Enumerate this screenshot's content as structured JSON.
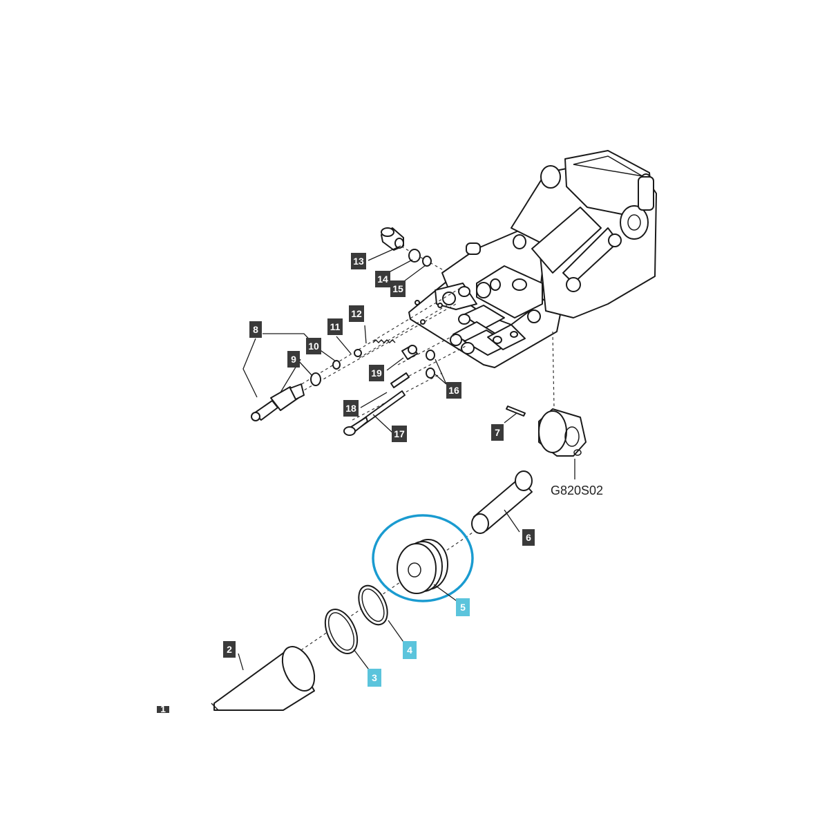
{
  "diagram": {
    "drawing_code": "G820S02",
    "highlight_color": "#1a9bd0",
    "label_bg_dark": "#3a3a3a",
    "label_bg_highlight": "#5bc4dc",
    "callouts": {
      "c1": "1",
      "c2": "2",
      "c3": "3",
      "c4": "4",
      "c5": "5",
      "c6": "6",
      "c7": "7",
      "c8": "8",
      "c9": "9",
      "c10": "10",
      "c11": "11",
      "c12": "12",
      "c13": "13",
      "c14": "14",
      "c15": "15",
      "c16": "16",
      "c17": "17",
      "c18": "18",
      "c19": "19"
    },
    "highlighted_parts": [
      "3",
      "4",
      "5"
    ]
  }
}
